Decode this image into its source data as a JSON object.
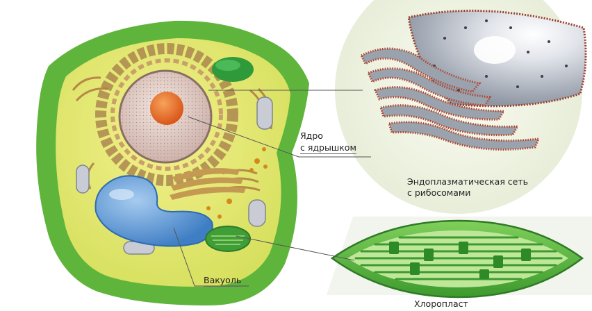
{
  "labels": {
    "nucleus_line1": "Ядро",
    "nucleus_line2": "с ядрышком",
    "er_line1": "Эндоплазматическая сеть",
    "er_line2": "с рибосомами",
    "vacuole": "Вакуоль",
    "chloroplast": "Хлоропласт"
  },
  "colors": {
    "cell_wall": "#5fb53c",
    "cytoplasm": "#e9ea7a",
    "nucleus": "#d9c6c0",
    "nucleolus": "#e8742a",
    "er": "#b99a6a",
    "ribosome": "#b3432b",
    "vacuole": "#6a9fd8",
    "chloroplast": "#4caf3a",
    "chloroplast_inner": "#a8dc84"
  }
}
